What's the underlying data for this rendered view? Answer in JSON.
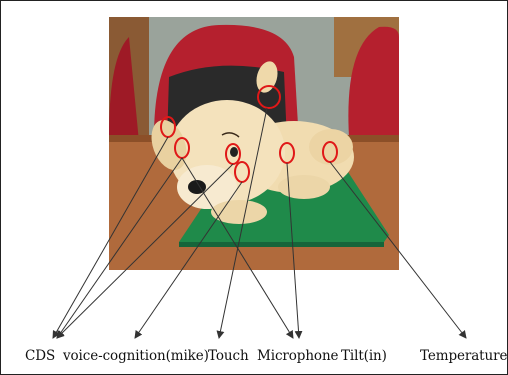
{
  "labels": {
    "cds": "CDS",
    "voice_cognition": "voice-cognition(mike)",
    "touch": "Touch",
    "microphone": "Microphone",
    "tilt": "Tilt(in)",
    "temperature": "Temperature"
  },
  "colors": {
    "marker": "#e01818",
    "leader_line": "#333333",
    "desk": "#b06a3c",
    "board": "#1f8a4a",
    "chair": "#b5202e",
    "plush": "#f1dcb0"
  }
}
